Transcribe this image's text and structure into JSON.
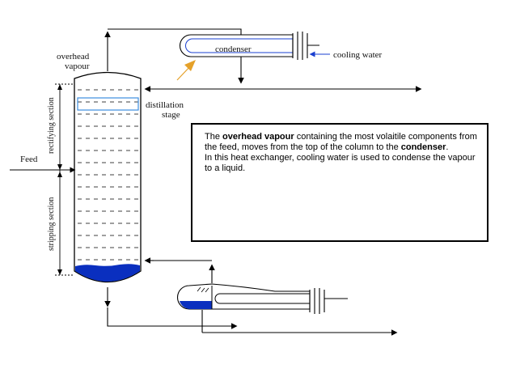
{
  "labels": {
    "overhead_vapour_line1": "overhead",
    "overhead_vapour_line2": "vapour",
    "condenser": "condenser",
    "cooling_water": "cooling water",
    "distillation_stage_line1": "distillation",
    "distillation_stage_line2": "stage",
    "feed": "Feed",
    "rectifying_section": "rectifying section",
    "stripping_section": "stripping section"
  },
  "infobox": {
    "p1_t1": "The ",
    "p1_b1": "overhead vapour",
    "p1_t2": " containing the most volaitile components from the feed, moves from the top of the column to the ",
    "p1_b2": "condenser",
    "p1_t3": ".",
    "p2": "In this heat exchanger, cooling water is used to condense the vapour to a liquid."
  },
  "colors": {
    "liquid": "#0a2fbf",
    "stage_highlight": "#3d8ee0",
    "cooling_line": "#1a3fd0",
    "pointer_arrow": "#e5a12a",
    "line": "#000000"
  }
}
